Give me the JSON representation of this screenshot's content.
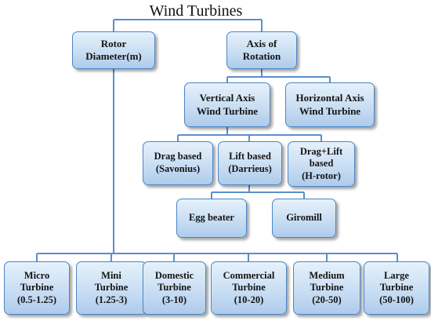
{
  "title": "Wind Turbines",
  "nodes": {
    "rotor_diameter": "Rotor\nDiameter(m)",
    "axis_of_rotation": "Axis  of\nRotation",
    "vertical_axis": "Vertical Axis\nWind Turbine",
    "horizontal_axis": "Horizontal Axis\nWind Turbine",
    "drag_based": "Drag based\n(Savonius)",
    "lift_based": "Lift based\n(Darrieus)",
    "drag_lift": "Drag+Lift\nbased\n(H-rotor)",
    "egg_beater": "Egg beater",
    "giromill": "Giromill",
    "micro": "Micro\nTurbine\n(0.5-1.25)",
    "mini": "Mini\nTurbine\n(1.25-3)",
    "domestic": "Domestic\nTurbine\n(3-10)",
    "commercial": "Commercial\nTurbine\n(10-20)",
    "medium": "Medium\nTurbine\n(20-50)",
    "large": "Large\nTurbine\n(50-100)"
  },
  "colors": {
    "box_border": "#4a86c5",
    "box_fill_top": "#e6f1fb",
    "box_fill_bottom": "#aecbeb",
    "connector": "#5b8fc9"
  }
}
